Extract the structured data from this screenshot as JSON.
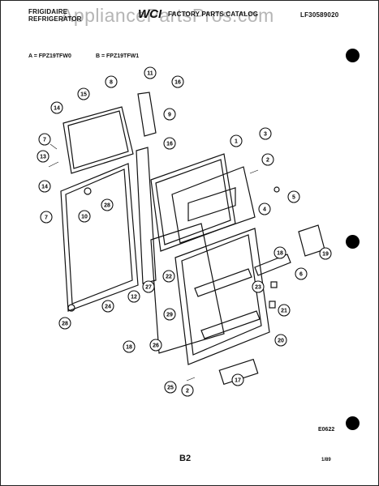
{
  "header": {
    "brand_line1": "FRIGIDAIRE",
    "brand_line2": "REFRIGERATOR",
    "catalog_title": "FACTORY PARTS CATALOG",
    "catalog_number": "LF30589020",
    "logo": "WCI",
    "watermark": "AppliancePartsPros.com"
  },
  "models": {
    "a": "A = FPZ19TFW0",
    "b": "B = FPZ19TFW1"
  },
  "callouts": [
    "1",
    "2",
    "2",
    "3",
    "4",
    "5",
    "6",
    "7",
    "7",
    "8",
    "9",
    "10",
    "11",
    "12",
    "13",
    "14",
    "14",
    "15",
    "16",
    "16",
    "17",
    "18",
    "18",
    "19",
    "20",
    "21",
    "22",
    "23",
    "24",
    "25",
    "26",
    "27",
    "28",
    "28",
    "29"
  ],
  "footer": {
    "figure_code": "E0622",
    "page": "B2",
    "date": "1/89"
  }
}
